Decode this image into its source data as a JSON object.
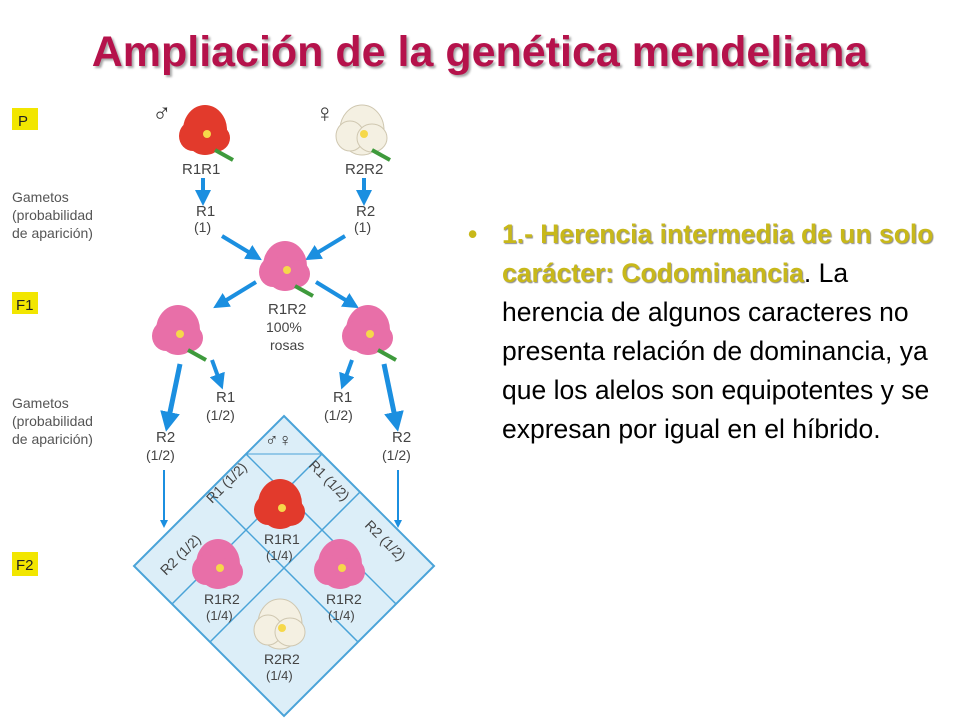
{
  "title": "Ampliación de la genética mendeliana",
  "labels": {
    "p": "P",
    "f1": "F1",
    "f2": "F2",
    "gametos_1": [
      "Gametos",
      "(probabilidad",
      "de aparición)"
    ],
    "gametos_2": [
      "Gametos",
      "(probabilidad",
      "de aparición)"
    ],
    "male_symbol": "♂",
    "female_symbol": "♀"
  },
  "parents": {
    "male_genotype": "R1R1",
    "female_genotype": "R2R2",
    "male_gamete": "R1",
    "male_gamete_prob": "(1)",
    "female_gamete": "R2",
    "female_gamete_prob": "(1)"
  },
  "f1": {
    "genotype": "R1R2",
    "percent": "100%",
    "color_word": "rosas"
  },
  "f1_gametes": {
    "inner_left": "R1",
    "inner_left_prob": "(1/2)",
    "outer_left": "R2",
    "outer_left_prob": "(1/2)",
    "inner_right": "R1",
    "inner_right_prob": "(1/2)",
    "outer_right": "R2",
    "outer_right_prob": "(1/2)"
  },
  "punnett": {
    "header_symbols": "♂♀",
    "headers": [
      "R1 (1/2)",
      "R1 (1/2)",
      "R2 (1/2)",
      "R2 (1/2)"
    ],
    "cells": [
      {
        "genotype": "R1R1",
        "prob": "(1/4)"
      },
      {
        "genotype": "R1R2",
        "prob": "(1/4)"
      },
      {
        "genotype": "R1R2",
        "prob": "(1/4)"
      },
      {
        "genotype": "R2R2",
        "prob": "(1/4)"
      }
    ]
  },
  "text": {
    "bullet": "•",
    "emphasis": "1.- Herencia intermedia de un solo carácter: Codominancia",
    "body": ". La herencia de algunos caracteres no presenta relación de dominancia, ya que los alelos son equipotentes y se expresan por igual en el híbrido."
  },
  "colors": {
    "title": "#b5124b",
    "emphasis": "#c8b81a",
    "arrow": "#1b8fe0",
    "label_box": "#f2e600",
    "grid_fill": "#dceef8",
    "grid_stroke": "#4aa3d8",
    "red_flower": "#e23a2c",
    "pink_flower": "#e86fa8",
    "white_flower": "#f4f0e2"
  }
}
